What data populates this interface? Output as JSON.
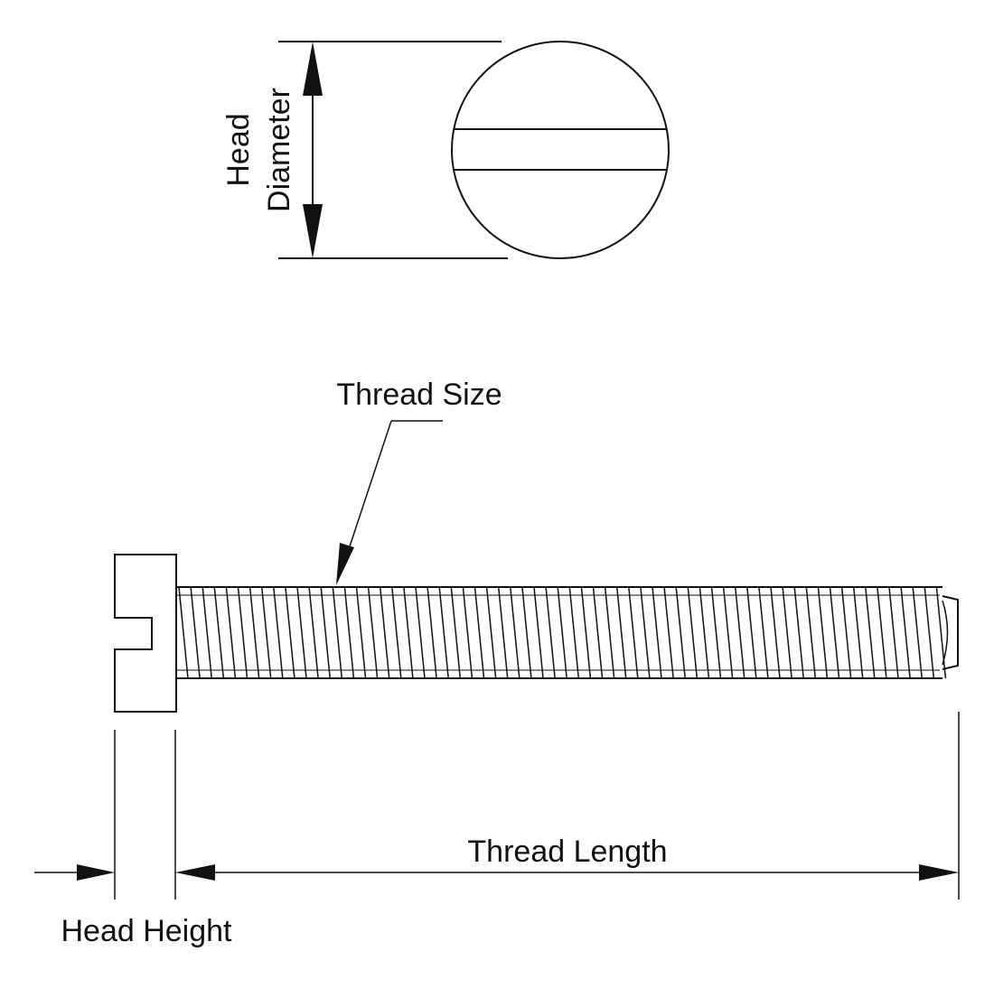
{
  "labels": {
    "head_diameter_line1": "Head",
    "head_diameter_line2": "Diameter",
    "thread_size": "Thread Size",
    "thread_length": "Thread Length",
    "head_height": "Head Height"
  },
  "colors": {
    "line": "#111111",
    "background": "#ffffff"
  }
}
